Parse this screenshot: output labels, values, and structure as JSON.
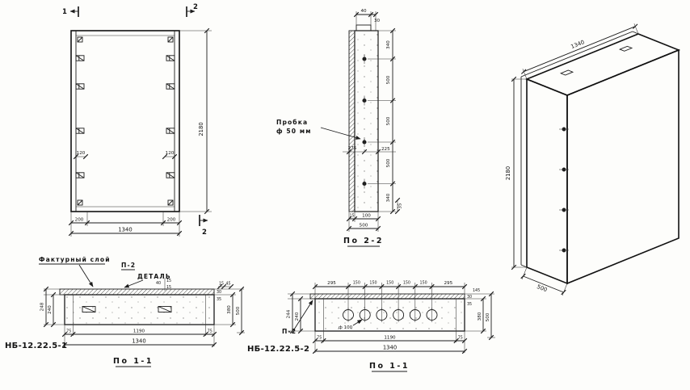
{
  "colors": {
    "paper": "#fdfdfb",
    "ink": "#1c1c1c"
  },
  "front_view": {
    "cut_marker_1": "1",
    "cut_marker_2_top": "2",
    "cut_marker_2_bottom": "2",
    "dim_height": "2180",
    "dim_width_total": "1340",
    "dim_edge_left": "200",
    "dim_edge_right": "200",
    "dim_anchor_left": "120",
    "dim_anchor_right": "120"
  },
  "section_2_2": {
    "title": "По 2-2",
    "plug_label_line1": "Пробка",
    "plug_label_line2": "ф 50 мм",
    "dim_top_a": "40",
    "dim_top_b": "30",
    "dims_right": [
      "340",
      "500",
      "500",
      "500",
      "340"
    ],
    "dim_right_small": "35",
    "dim_plug_left": "275",
    "dim_plug_right": "225",
    "dim_bottom_a": "15",
    "dim_bottom_b": "100",
    "dim_bottom_total": "500"
  },
  "iso_view": {
    "dim_width": "1340",
    "dim_height": "2180",
    "dim_depth": "500"
  },
  "detail_1": {
    "mark": "НБ-12.22.5-1",
    "title": "По 1-1",
    "facture_label": "Фактурный слой",
    "p2_label": "П-2",
    "detail_label": "ДЕТАЛЬ",
    "dim_top_a": "40",
    "dim_top_b": "15",
    "dim_top_c": "15",
    "dim_layer_a": "30",
    "dim_layer_b": "35",
    "dim_right_a": "15",
    "dim_right_b": "45",
    "dim_right_v1": "380",
    "dim_right_v2": "500",
    "dim_left_v1": "240",
    "dim_left_v2": "248",
    "dim_bottom_left": "75",
    "dim_bottom_mid": "1190",
    "dim_bottom_right": "75",
    "dim_width_total": "1340"
  },
  "detail_2": {
    "mark": "НБ-12.22.5-2",
    "title": "По 1-1",
    "p2_label": "П-2",
    "hole_label": "ф 100",
    "dims_top": [
      "295",
      "150",
      "150",
      "150",
      "150",
      "150",
      "295"
    ],
    "dim_layer_a": "30",
    "dim_layer_b": "35",
    "dim_right_small": "145",
    "dim_right_v1": "380",
    "dim_right_v2": "500",
    "dim_left_v1": "240",
    "dim_left_v2": "244",
    "dim_bottom_left": "75",
    "dim_bottom_mid": "1190",
    "dim_bottom_right": "75",
    "dim_width_total": "1340"
  }
}
